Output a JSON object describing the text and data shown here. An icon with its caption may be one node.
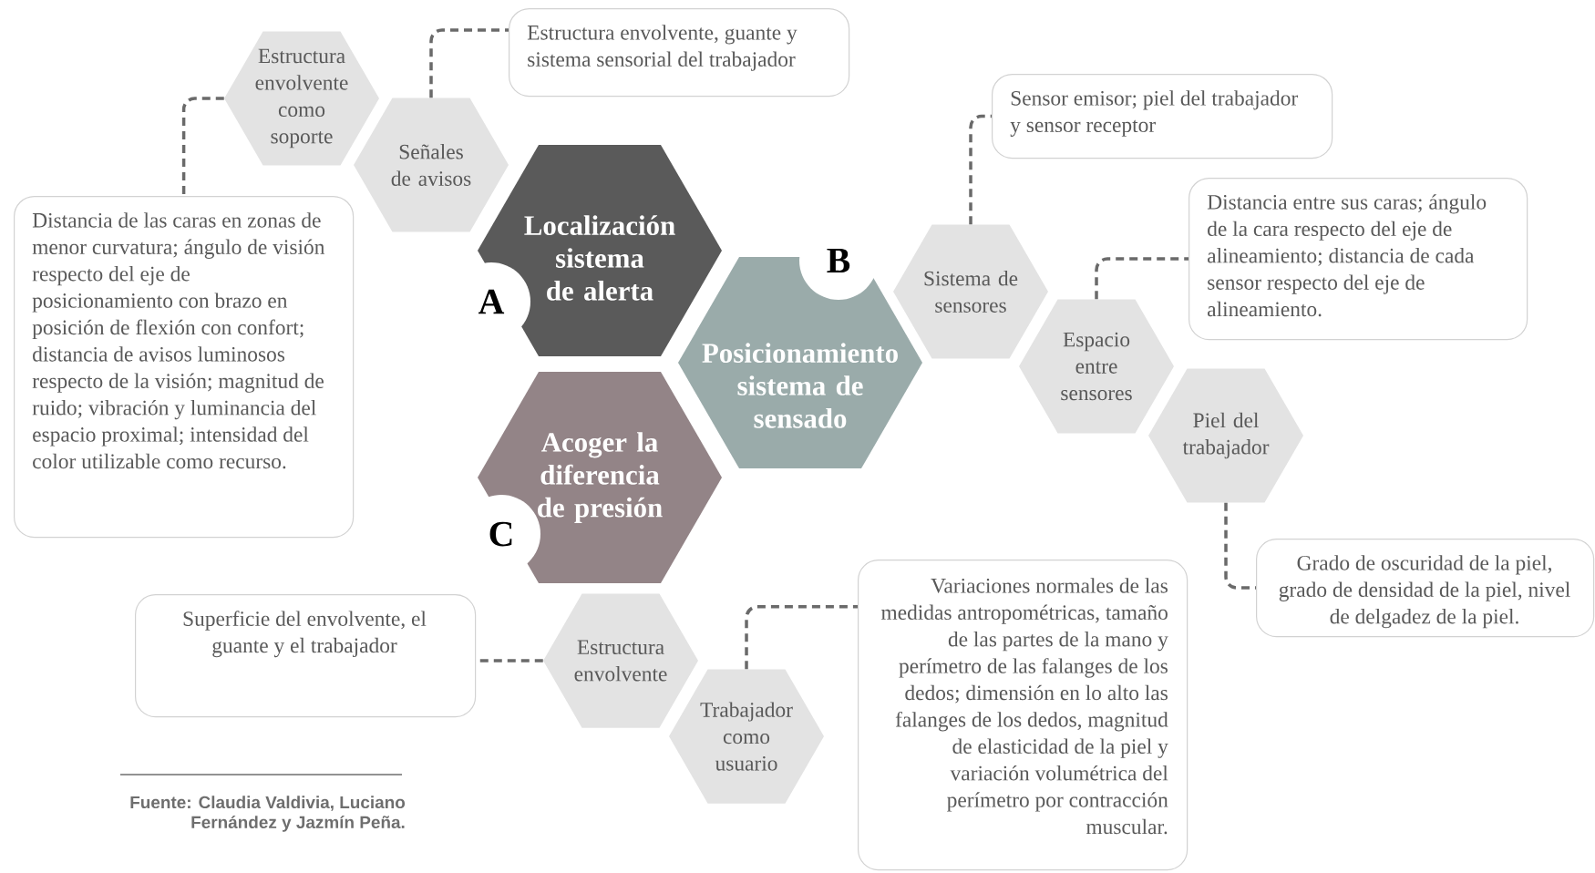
{
  "diagram": {
    "caption": "Fuente: Claudia Valdivia, Luciano Fernández y Jazmín Peña.",
    "nodes": [
      {
        "text": [
          "Estructura envolvente como soporte"
        ]
      },
      {
        "text": [
          "Estructura envolvente, guante y sistema sensorial del trabajador"
        ]
      },
      {
        "text": [
          "Señales de avisos"
        ]
      },
      {
        "text": [
          "Distancia de las caras en zonas de menor curvatura; ángulo de visión respecto del eje de posicionamiento con brazo en posición de flexión con confort; distancia de avisos luminosos respecto de la visión; magnitud de ruido; vibración y luminancia del espacio proximal; intensidad del color utilizable como recurso."
        ]
      },
      {
        "text": [
          "Localización sistema de alerta"
        ]
      },
      {
        "text": [
          "Sensor emisor; piel del trabajador y sensor receptor"
        ]
      },
      {
        "text": [
          "Posicionamiento sistema de sensado"
        ]
      },
      {
        "text": [
          "Distancia entre sus caras; ángulo de la cara respecto del eje de alineamiento; distancia de cada sensor respecto del eje de alineamiento."
        ]
      },
      {
        "text": [
          "Sistema de sensores"
        ]
      },
      {
        "text": [
          "Espacio entre sensores"
        ]
      },
      {
        "text": [
          "Piel del trabajador"
        ]
      },
      {
        "text": [
          "Acoger la diferencia de presión"
        ]
      },
      {
        "text": [
          "Variaciones normales de las medidas antropométricas, tamaño de las partes de la mano y perímetro de las falanges de los dedos; dimensión en lo alto las falanges de los dedos, magnitud de elasticidad de la piel y variación volumétrica del perímetro por contracción muscular."
        ]
      },
      {
        "text": [
          "Grado de oscuridad de la piel, grado de densidad de la piel, nivel de delgadez de la piel."
        ]
      },
      {
        "text": [
          "Superficie del envolvente, el guante y el trabajador"
        ]
      },
      {
        "text": [
          "Estructura envolvente"
        ]
      },
      {
        "text": [
          "Trabajador como usuario"
        ]
      }
    ],
    "edges": [
      {
        "from": 0,
        "to": 3,
        "arrow": "none",
        "style": "dashed"
      },
      {
        "from": 2,
        "to": 1,
        "arrow": "none",
        "style": "dashed"
      },
      {
        "from": 8,
        "to": 5,
        "arrow": "none",
        "style": "dashed"
      },
      {
        "from": 9,
        "to": 7,
        "arrow": "none",
        "style": "dashed"
      },
      {
        "from": 10,
        "to": 13,
        "arrow": "none",
        "style": "dashed"
      },
      {
        "from": 15,
        "to": 14,
        "arrow": "none",
        "style": "dashed"
      },
      {
        "from": 16,
        "to": 12,
        "arrow": "none",
        "style": "dashed"
      }
    ],
    "labels": [
      "A",
      "B",
      "C"
    ]
  }
}
